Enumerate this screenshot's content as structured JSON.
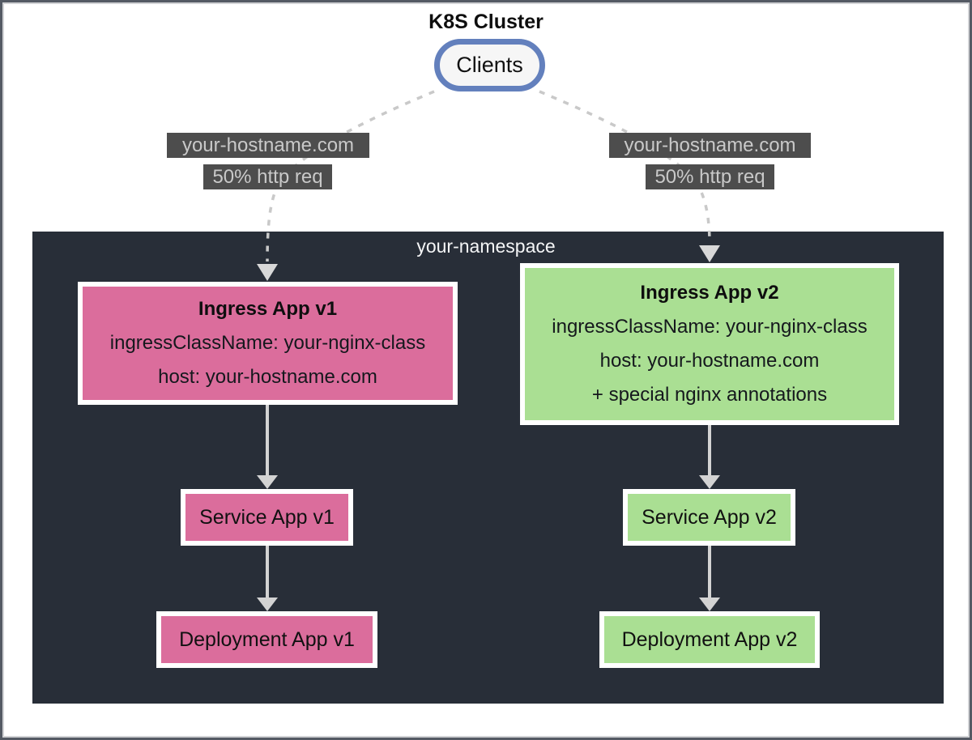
{
  "frame": {
    "title": "K8S Cluster"
  },
  "clients": {
    "label": "Clients"
  },
  "routes": {
    "left": {
      "hostname": "your-hostname.com",
      "traffic": "50% http req"
    },
    "right": {
      "hostname": "your-hostname.com",
      "traffic": "50% http req"
    }
  },
  "namespace": {
    "label": "your-namespace"
  },
  "nodes": {
    "ingress_v1": {
      "title": "Ingress App v1",
      "lines": [
        "ingressClassName: your-nginx-class",
        "host: your-hostname.com"
      ]
    },
    "ingress_v2": {
      "title": "Ingress App v2",
      "lines": [
        "ingressClassName: your-nginx-class",
        "host: your-hostname.com",
        "+ special nginx annotations"
      ]
    },
    "service_v1": {
      "label": "Service App v1"
    },
    "service_v2": {
      "label": "Service App v2"
    },
    "deployment_v1": {
      "label": "Deployment App v1"
    },
    "deployment_v2": {
      "label": "Deployment App v2"
    }
  },
  "colors": {
    "pink": "#db6d9c",
    "green": "#aadf93",
    "namespace_bg": "#282e38",
    "label_bg": "#4d4d4d",
    "label_text": "#c9c9c9",
    "client_border": "#6380bd",
    "arrow": "#d3d3d3",
    "dotted_line": "#c9c9c9"
  }
}
